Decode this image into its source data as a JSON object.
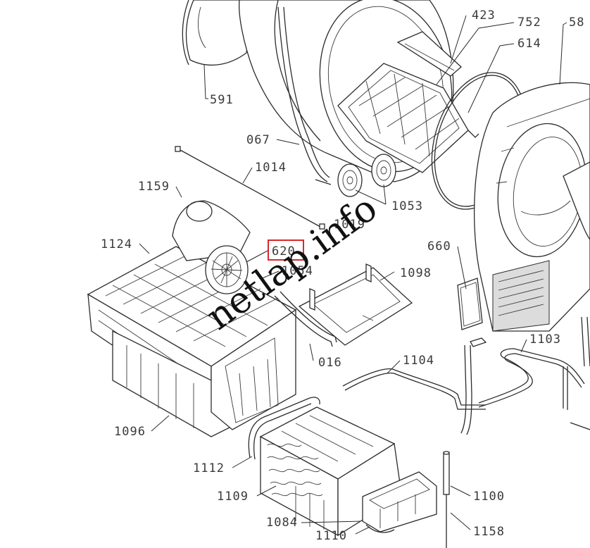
{
  "labels": {
    "l591": "591",
    "l423": "423",
    "l752": "752",
    "l614": "614",
    "l58": "58",
    "l067": "067",
    "l1014": "1014",
    "l1053": "1053",
    "l1159": "1159",
    "l1019": "1019",
    "l1124": "1124",
    "l620": "620",
    "l1054": "1054",
    "l660": "660",
    "l1098": "1098",
    "l016": "016",
    "l1104": "1104",
    "l1103": "1103",
    "l1096": "1096",
    "l1112": "1112",
    "l1109": "1109",
    "l1100": "1100",
    "l1084": "1084",
    "l1110": "1110",
    "l1158": "1158"
  },
  "highlight": {
    "label": "620",
    "color": "#d42a2a"
  },
  "watermark": "netlap.info"
}
